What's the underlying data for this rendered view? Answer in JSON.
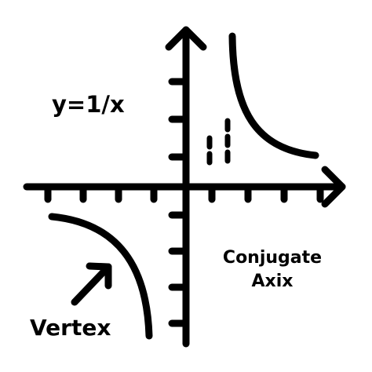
{
  "diagram": {
    "equation_label": "y=1/x",
    "conjugate_label_line1": "Conjugate",
    "conjugate_label_line2": "Axix",
    "vertex_label": "Vertex",
    "stroke_color": "#000000",
    "background_color": "#ffffff"
  }
}
